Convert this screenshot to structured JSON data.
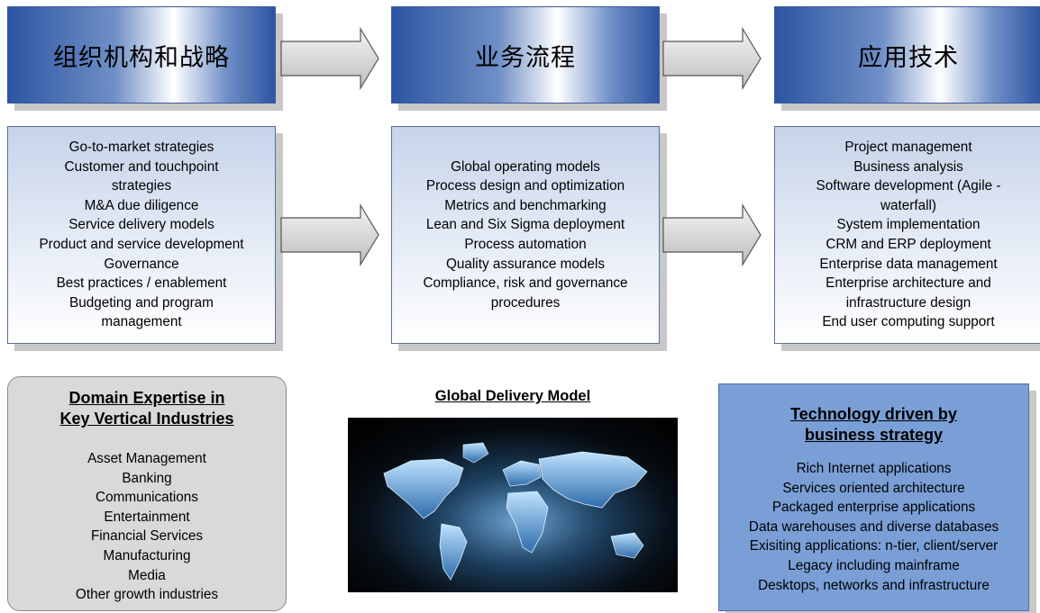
{
  "headers": [
    "组织机构和战略",
    "业务流程",
    "应用技术"
  ],
  "columns": [
    {
      "lines": [
        "Go-to-market strategies",
        "Customer and touchpoint",
        "strategies",
        "M&A due diligence",
        "Service delivery models",
        "Product and service development",
        "Governance",
        "Best practices / enablement",
        "Budgeting and program",
        "management"
      ]
    },
    {
      "lines": [
        "Global operating models",
        "Process design and optimization",
        "Metrics and benchmarking",
        "Lean and Six Sigma deployment",
        "Process automation",
        "Quality assurance models",
        "Compliance, risk and governance",
        "procedures"
      ]
    },
    {
      "lines": [
        "Project management",
        "Business analysis",
        "Software development (Agile -",
        "waterfall)",
        "System implementation",
        "CRM and ERP deployment",
        "Enterprise data management",
        "Enterprise architecture and",
        "infrastructure design",
        "End user computing support"
      ]
    }
  ],
  "domain": {
    "title_line1": "Domain Expertise in",
    "title_line2": "Key Vertical Industries",
    "items": [
      "Asset Management",
      "Banking",
      "Communications",
      "Entertainment",
      "Financial Services",
      "Manufacturing",
      "Media",
      "Other growth industries"
    ]
  },
  "global_delivery": {
    "title": "Global Delivery Model"
  },
  "technology": {
    "title_line1": "Technology driven by",
    "title_line2": "business strategy",
    "items": [
      "Rich Internet applications",
      "Services oriented architecture",
      "Packaged enterprise applications",
      "Data warehouses and diverse databases",
      "Exisiting applications: n-tier, client/server",
      "Legacy including mainframe",
      "Desktops, networks and infrastructure"
    ]
  },
  "colors": {
    "header_blue": "#2c55a2",
    "tech_panel": "#7a9fd6",
    "domain_panel": "#d9d9d9",
    "map_glow": "#6fb0ff"
  }
}
